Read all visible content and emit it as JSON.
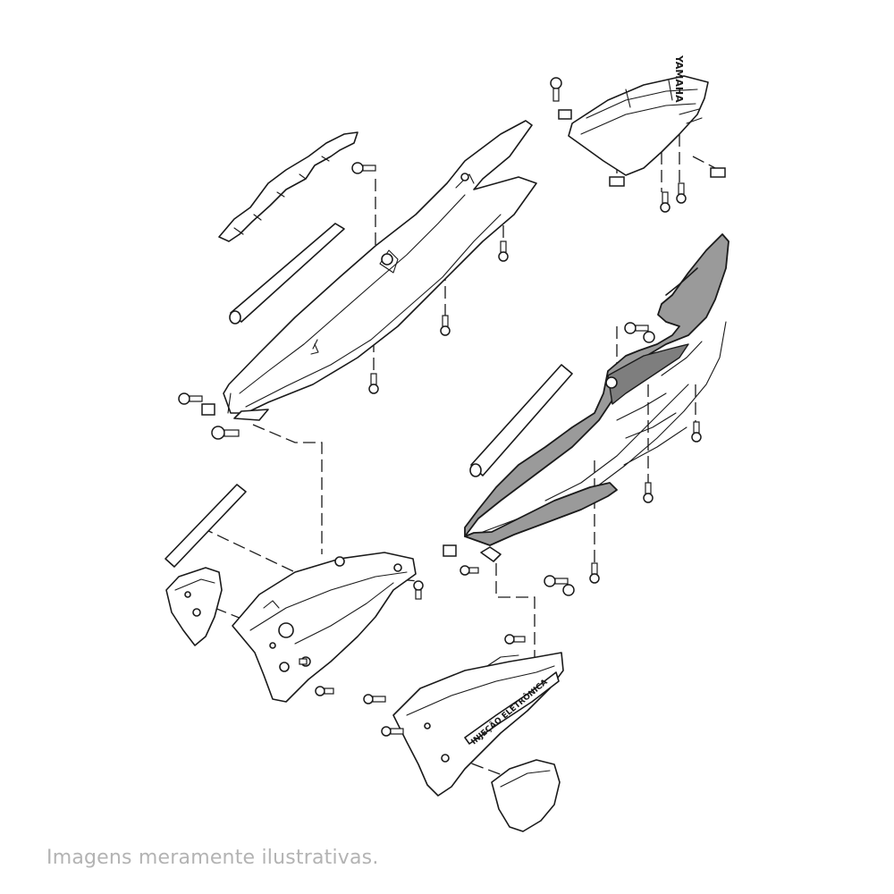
{
  "disclaimer": "Imagens meramente ilustrativas.",
  "brand_mark": "YAMAHA",
  "emblem_text": "INJEÇÃO ELETRÔNICA",
  "colors": {
    "line": "#1a1a1a",
    "shaded_part": "#9a9a9a",
    "disclaimer_text": "#b3b3b3"
  }
}
